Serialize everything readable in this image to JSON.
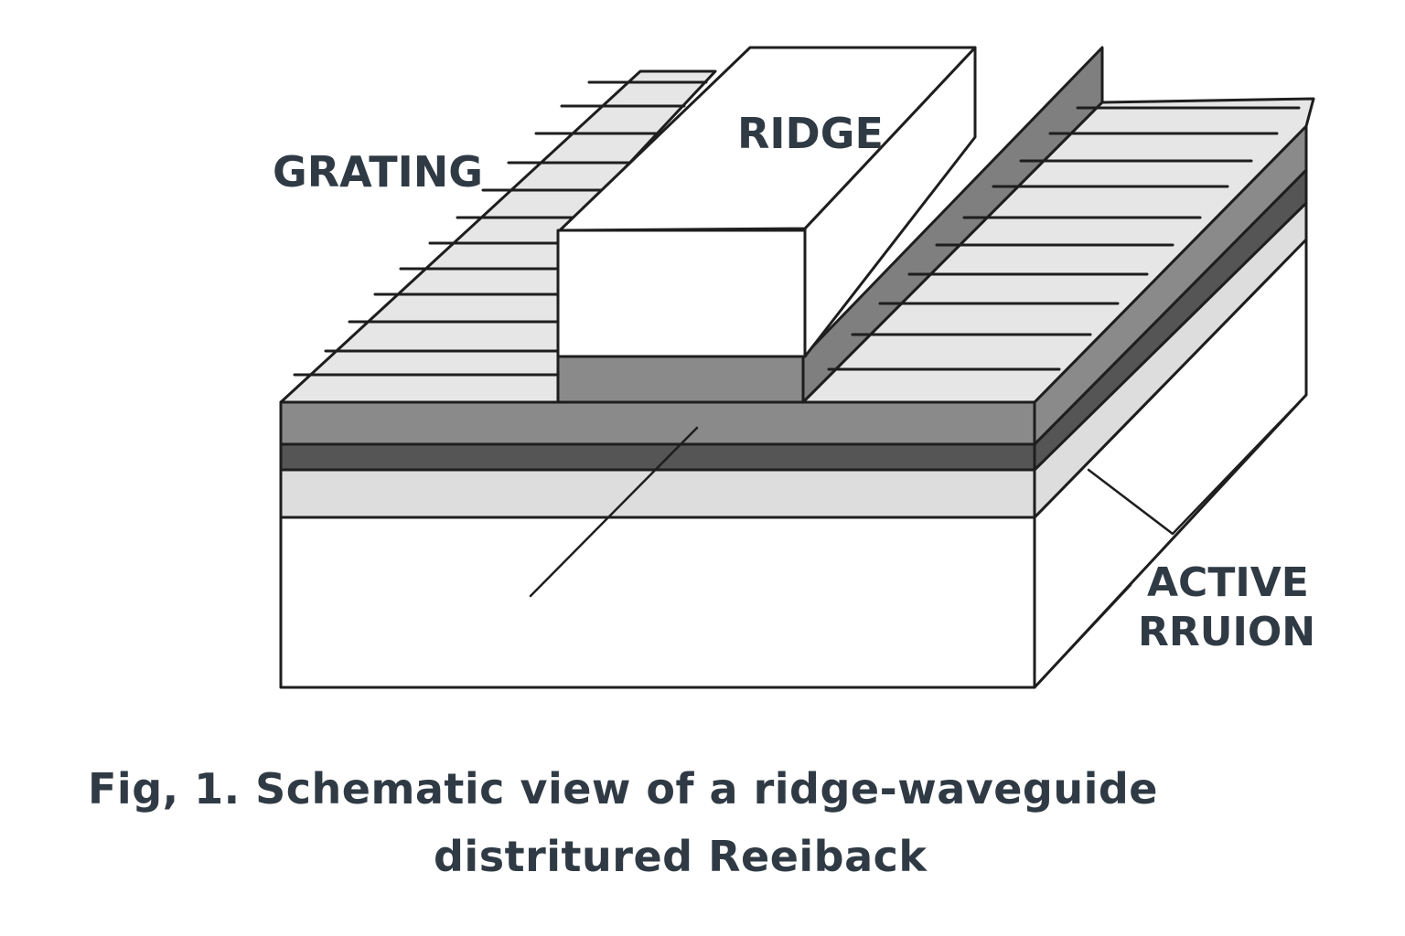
{
  "labels": {
    "ridge": "RIDGE",
    "grating": "GRATING",
    "active_line_1": "ACTIVE",
    "active_line_2": "RRUION"
  },
  "caption": {
    "line_1": "Fig, 1. Schematic view of a ridge-waveguide",
    "line_2": "distritured Reeiback"
  },
  "colors": {
    "label_text": "#2f3a44",
    "outline": "#1e1e1e",
    "cladding_dark": "#8a8a8a",
    "active_layer": "#555555",
    "light_layer": "#dddddd",
    "grating_light": "#e4e4e4",
    "substrate": "#ffffff"
  }
}
